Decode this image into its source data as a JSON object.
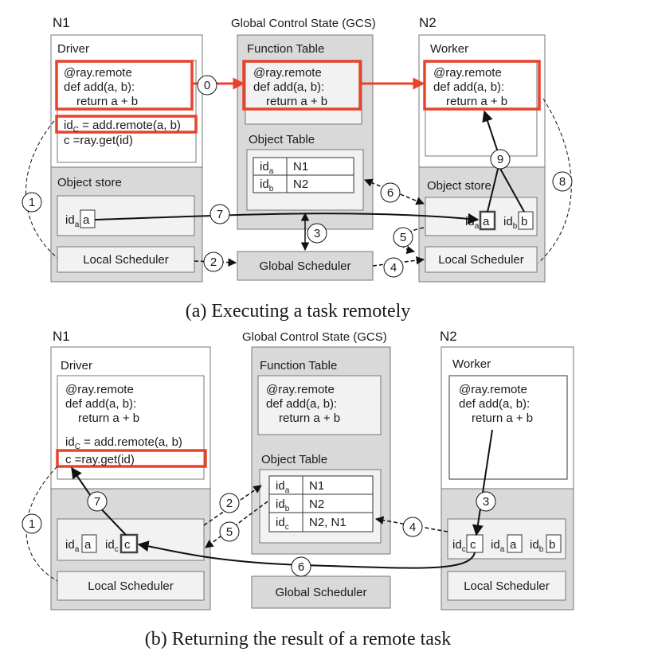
{
  "colors": {
    "highlight": "#e8432a",
    "panel": "#d9d9d9",
    "box": "#f2f2f2",
    "line": "#222222"
  },
  "icons": {
    "arrow_head": "arrowhead-icon",
    "step_marker": "circle-number-icon"
  },
  "a": {
    "caption": "(a) Executing a task remotely",
    "n1": "N1",
    "gcs": "Global Control State (GCS)",
    "n2": "N2",
    "driver": "Driver",
    "code1": "@ray.remote",
    "code2": "def add(a, b):",
    "code3": "return a + b",
    "call_id": "id",
    "call_sub": "C",
    "call_rest": " = add.remote(a, b)",
    "get_line": "c =ray.get(id)",
    "object_store": "Object store",
    "local_scheduler": "Local Scheduler",
    "function_table": "Function Table",
    "object_table": "Object Table",
    "global_scheduler": "Global Scheduler",
    "worker": "Worker",
    "row1_key": "id",
    "row1_sub": "a",
    "row1_val": "N1",
    "row2_key": "id",
    "row2_sub": "b",
    "row2_val": "N2",
    "store_id": "id",
    "store_sub_a": "a",
    "store_val_a": "a",
    "store_sub_b": "b",
    "store_val_b": "b",
    "steps": [
      "0",
      "1",
      "2",
      "3",
      "4",
      "5",
      "6",
      "7",
      "8",
      "9"
    ]
  },
  "b": {
    "caption": "(b) Returning the result of a remote task",
    "n1": "N1",
    "gcs": "Global Control State (GCS)",
    "n2": "N2",
    "driver": "Driver",
    "code1": "@ray.remote",
    "code2": "def add(a, b):",
    "code3": "return a + b",
    "call_id": "id",
    "call_sub": "C",
    "call_rest": " = add.remote(a, b)",
    "get_line": "c =ray.get(id)",
    "local_scheduler": "Local Scheduler",
    "function_table": "Function Table",
    "object_table": "Object Table",
    "global_scheduler": "Global Scheduler",
    "worker": "Worker",
    "row1_val": "N1",
    "row2_val": "N2",
    "row3_val": "N2, N1",
    "sub_a": "a",
    "sub_b": "b",
    "sub_c": "c",
    "id": "id",
    "val_a": "a",
    "val_b": "b",
    "val_c": "c",
    "steps": [
      "1",
      "2",
      "3",
      "4",
      "5",
      "6",
      "7"
    ]
  }
}
